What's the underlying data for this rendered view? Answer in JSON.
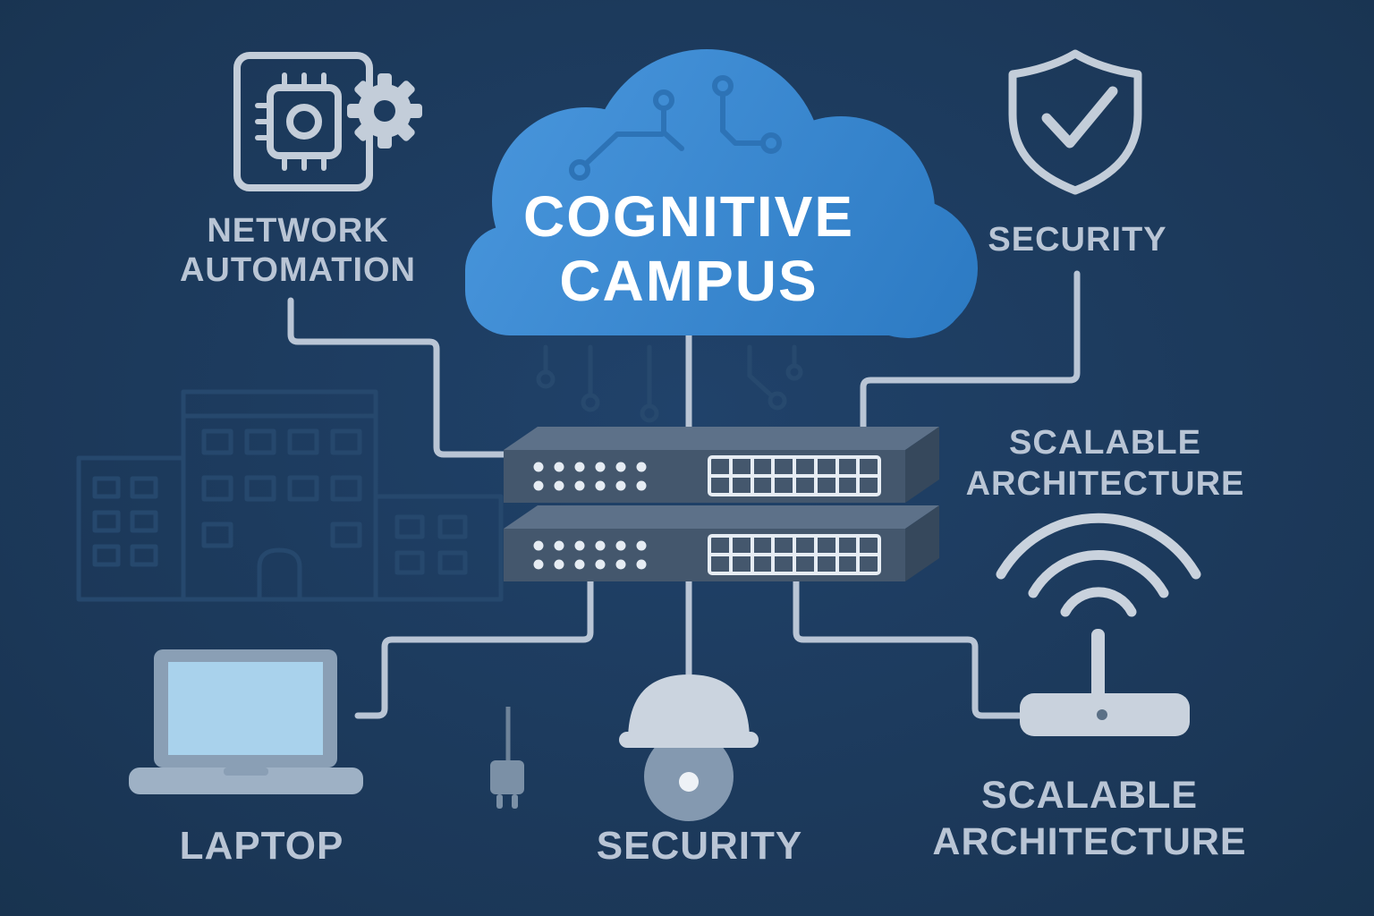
{
  "colors": {
    "background": "#1d3b5e",
    "cloud_blue_light": "#4a97dd",
    "cloud_blue_dark": "#2c7ac3",
    "circuit_blue": "#2d73b6",
    "icon_gray": "#c3cdd9",
    "label_gray": "#b9c5d5",
    "connector_gray": "#b9c5d5",
    "switch_front": "#44576d",
    "switch_top": "#5d7189",
    "laptop_screen_blue": "#a9d2ec",
    "title_white": "#ffffff"
  },
  "cloud": {
    "title_line1": "COGNITIVE",
    "title_line2": "CAMPUS"
  },
  "labels": {
    "network_automation_line1": "NETWORK",
    "network_automation_line2": "AUTOMATION",
    "security_top": "SECURITY",
    "scalable_mid_line1": "SCALABLE",
    "scalable_mid_line2": "ARCHITECTURE",
    "laptop": "LAPTOP",
    "security_bottom": "SECURITY",
    "scalable_bottom_line1": "SCALABLE",
    "scalable_bottom_line2": "ARCHITECTURE"
  },
  "icons": {
    "cloud": "cognitive-campus-cloud-with-circuit-traces",
    "chip_gear": "chip-with-gear (network automation)",
    "shield_check": "shield-with-checkmark (security)",
    "switch_stack": "two-stacked-network-switches",
    "laptop": "laptop",
    "dome_camera": "dome-security-camera",
    "power_plug": "power-plug-cable",
    "wifi_router": "wireless-router-with-wifi-waves",
    "buildings": "faint-campus-buildings-silhouette"
  }
}
